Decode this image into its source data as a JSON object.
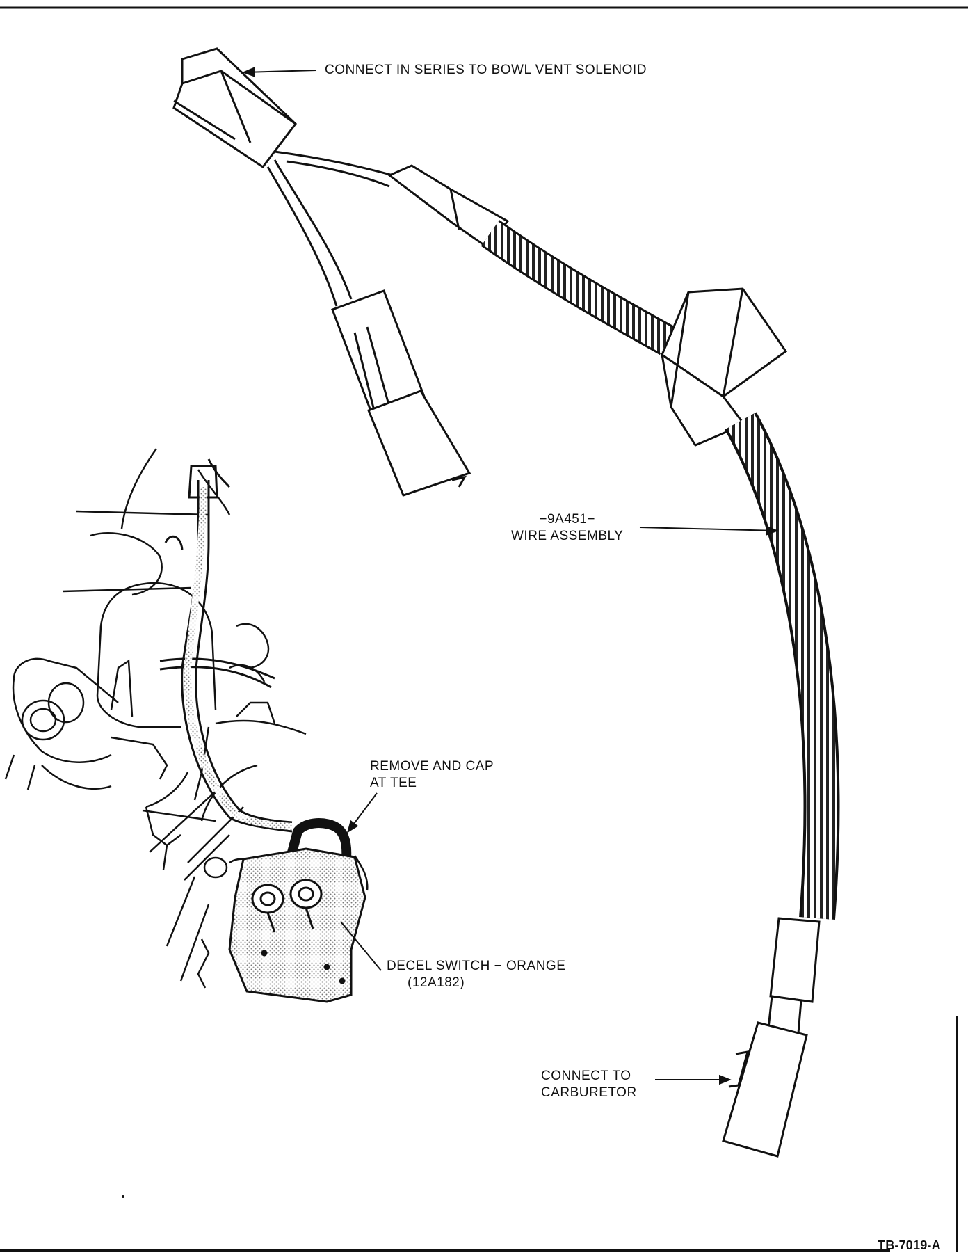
{
  "callouts": {
    "bowl_vent": "CONNECT IN SERIES TO BOWL VENT SOLENOID",
    "part_number": "−9A451−",
    "wire_assembly": "WIRE ASSEMBLY",
    "remove_cap_1": "REMOVE AND CAP",
    "remove_cap_2": "AT TEE",
    "decel_switch": "DECEL SWITCH − ORANGE",
    "decel_part": "(12A182)",
    "carb_1": "CONNECT TO",
    "carb_2": "CARBURETOR"
  },
  "figure_id": "TB-7019-A",
  "colors": {
    "ink": "#111111",
    "paper": "#ffffff",
    "shading": "#9a9a9a"
  }
}
